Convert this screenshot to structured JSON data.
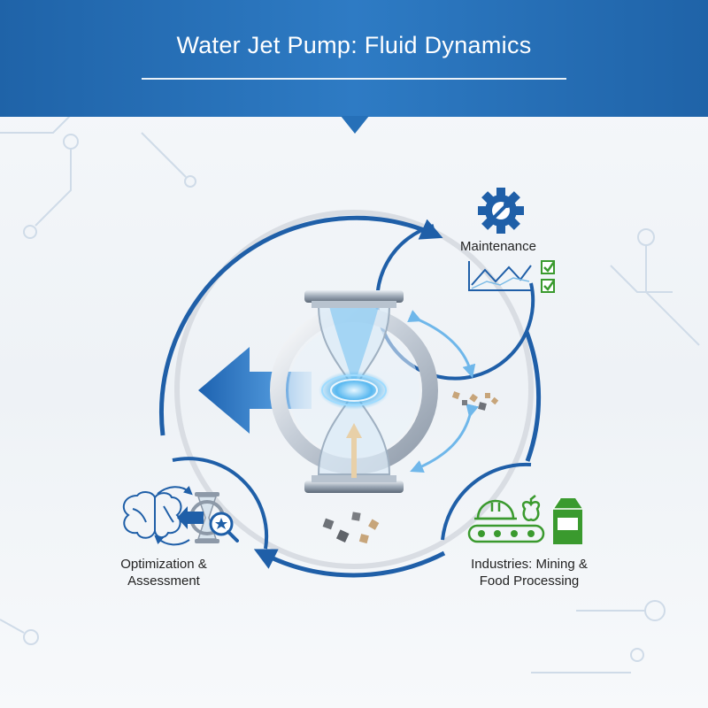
{
  "header": {
    "title": "Water Jet Pump: Fluid Dynamics"
  },
  "stages": {
    "maintenance": "Maintenance",
    "optimization": "Optimization &\nAssessment",
    "industries": "Industries: Mining &\nFood Processing"
  },
  "icons": {
    "maintenance": [
      "gear-wrench-icon",
      "line-chart-icon",
      "checkbox-checked-icon"
    ],
    "optimization": [
      "brain-icon",
      "pump-icon",
      "magnifier-star-icon"
    ],
    "industries": [
      "hard-hat-icon",
      "apple-icon",
      "conveyor-belt-icon",
      "milk-carton-icon"
    ]
  },
  "colors": {
    "header_blue": "#2670b8",
    "arrow_blue": "#1f5fa8",
    "light_blue": "#6fb7ea",
    "check_green": "#3a9a2e"
  }
}
